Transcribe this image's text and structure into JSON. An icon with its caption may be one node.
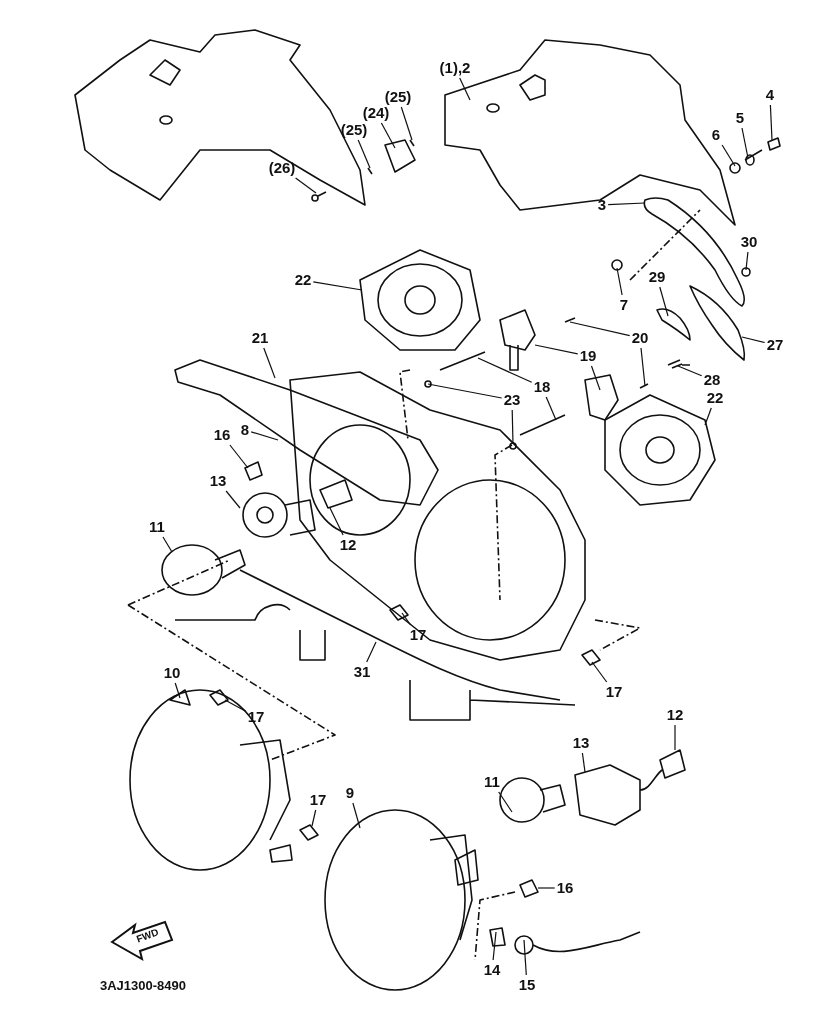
{
  "diagram": {
    "nodes": [
      {
        "text": [
          "(1),2"
        ]
      },
      {
        "text": [
          "4"
        ]
      },
      {
        "text": [
          "5"
        ]
      },
      {
        "text": [
          "6"
        ]
      },
      {
        "text": [
          "(25)"
        ]
      },
      {
        "text": [
          "(24)"
        ]
      },
      {
        "text": [
          "(25)"
        ]
      },
      {
        "text": [
          "(26)"
        ]
      },
      {
        "text": [
          "3"
        ]
      },
      {
        "text": [
          "30"
        ]
      },
      {
        "text": [
          "7"
        ]
      },
      {
        "text": [
          "22"
        ]
      },
      {
        "text": [
          "29"
        ]
      },
      {
        "text": [
          "20"
        ]
      },
      {
        "text": [
          "27"
        ]
      },
      {
        "text": [
          "21"
        ]
      },
      {
        "text": [
          "28"
        ]
      },
      {
        "text": [
          "19"
        ]
      },
      {
        "text": [
          "18"
        ]
      },
      {
        "text": [
          "23"
        ]
      },
      {
        "text": [
          "8"
        ]
      },
      {
        "text": [
          "22"
        ]
      },
      {
        "text": [
          "16"
        ]
      },
      {
        "text": [
          "13"
        ]
      },
      {
        "text": [
          "11"
        ]
      },
      {
        "text": [
          "12"
        ]
      },
      {
        "text": [
          "17"
        ]
      },
      {
        "text": [
          "31"
        ]
      },
      {
        "text": [
          "17"
        ]
      },
      {
        "text": [
          "10"
        ]
      },
      {
        "text": [
          "17"
        ]
      },
      {
        "text": [
          "12"
        ]
      },
      {
        "text": [
          "13"
        ]
      },
      {
        "text": [
          "17"
        ]
      },
      {
        "text": [
          "9"
        ]
      },
      {
        "text": [
          "11"
        ]
      },
      {
        "text": [
          "16"
        ]
      },
      {
        "text": [
          "14"
        ]
      },
      {
        "text": [
          "15"
        ]
      }
    ],
    "edges": [
      {
        "from": 0,
        "to": null,
        "arrow": "none"
      },
      {
        "from": 1,
        "to": null,
        "arrow": "none"
      },
      {
        "from": 2,
        "to": null,
        "arrow": "none"
      },
      {
        "from": 3,
        "to": null,
        "arrow": "none"
      },
      {
        "from": 4,
        "to": null,
        "arrow": "none"
      },
      {
        "from": 5,
        "to": null,
        "arrow": "none"
      },
      {
        "from": 6,
        "to": null,
        "arrow": "none"
      },
      {
        "from": 7,
        "to": null,
        "arrow": "none"
      },
      {
        "from": 8,
        "to": null,
        "arrow": "none"
      },
      {
        "from": 9,
        "to": null,
        "arrow": "none"
      },
      {
        "from": 10,
        "to": null,
        "arrow": "none"
      },
      {
        "from": 11,
        "to": null,
        "arrow": "none"
      },
      {
        "from": 12,
        "to": null,
        "arrow": "none"
      },
      {
        "from": 13,
        "to": null,
        "arrow": "none"
      },
      {
        "from": 13,
        "to": null,
        "arrow": "none"
      },
      {
        "from": 14,
        "to": null,
        "arrow": "none"
      },
      {
        "from": 15,
        "to": null,
        "arrow": "none"
      },
      {
        "from": 16,
        "to": null,
        "arrow": "none"
      },
      {
        "from": 17,
        "to": null,
        "arrow": "none"
      },
      {
        "from": 17,
        "to": null,
        "arrow": "none"
      },
      {
        "from": 18,
        "to": null,
        "arrow": "none"
      },
      {
        "from": 18,
        "to": null,
        "arrow": "none"
      },
      {
        "from": 19,
        "to": null,
        "arrow": "none"
      },
      {
        "from": 19,
        "to": null,
        "arrow": "none"
      },
      {
        "from": 20,
        "to": null,
        "arrow": "none"
      },
      {
        "from": 21,
        "to": null,
        "arrow": "none"
      },
      {
        "from": 22,
        "to": null,
        "arrow": "none"
      },
      {
        "from": 23,
        "to": null,
        "arrow": "none"
      },
      {
        "from": 24,
        "to": null,
        "arrow": "none"
      },
      {
        "from": 25,
        "to": null,
        "arrow": "none"
      },
      {
        "from": 26,
        "to": null,
        "arrow": "none"
      },
      {
        "from": 27,
        "to": null,
        "arrow": "none"
      },
      {
        "from": 28,
        "to": null,
        "arrow": "none"
      },
      {
        "from": 29,
        "to": null,
        "arrow": "none"
      },
      {
        "from": 30,
        "to": null,
        "arrow": "none"
      },
      {
        "from": 31,
        "to": null,
        "arrow": "none"
      },
      {
        "from": 32,
        "to": null,
        "arrow": "none"
      },
      {
        "from": 33,
        "to": null,
        "arrow": "none"
      },
      {
        "from": 34,
        "to": null,
        "arrow": "none"
      },
      {
        "from": 35,
        "to": null,
        "arrow": "none"
      },
      {
        "from": 36,
        "to": null,
        "arrow": "none"
      },
      {
        "from": 37,
        "to": null,
        "arrow": "none"
      },
      {
        "from": 38,
        "to": null,
        "arrow": "none"
      }
    ],
    "labels": [
      "FWD",
      "3AJ1300-8490"
    ]
  }
}
